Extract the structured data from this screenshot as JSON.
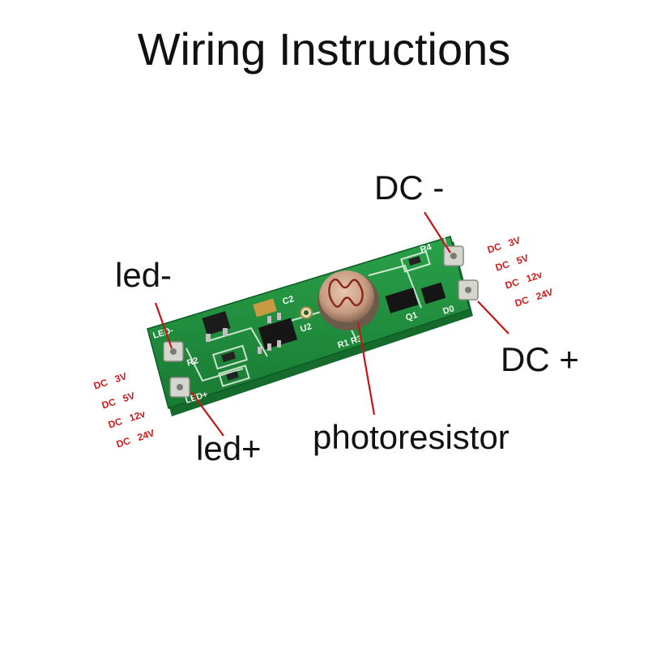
{
  "title": "Wiring Instructions",
  "labels": {
    "dc_minus": "DC -",
    "dc_plus": "DC +",
    "led_minus": "led-",
    "led_plus": "led+",
    "photoresistor": "photoresistor"
  },
  "voltage_options_right": [
    {
      "prefix": "DC",
      "value": "3V"
    },
    {
      "prefix": "DC",
      "value": "5V"
    },
    {
      "prefix": "DC",
      "value": "12v"
    },
    {
      "prefix": "DC",
      "value": "24V"
    }
  ],
  "voltage_options_left": [
    {
      "prefix": "DC",
      "value": "3V"
    },
    {
      "prefix": "DC",
      "value": "5V"
    },
    {
      "prefix": "DC",
      "value": "12v"
    },
    {
      "prefix": "DC",
      "value": "24V"
    }
  ],
  "silkscreen": {
    "led_minus_pad": "LED-",
    "led_plus_pad": "LED+",
    "r2": "R2",
    "c2": "C2",
    "u2": "U2",
    "r1r3": "R1 R3",
    "r4": "R4",
    "q1": "Q1",
    "d0": "D0"
  },
  "colors": {
    "pcb": "#1f8a3c",
    "pcb_edge": "#146b2c",
    "pointer": "#c41616",
    "voltage_text": "#d01818"
  }
}
